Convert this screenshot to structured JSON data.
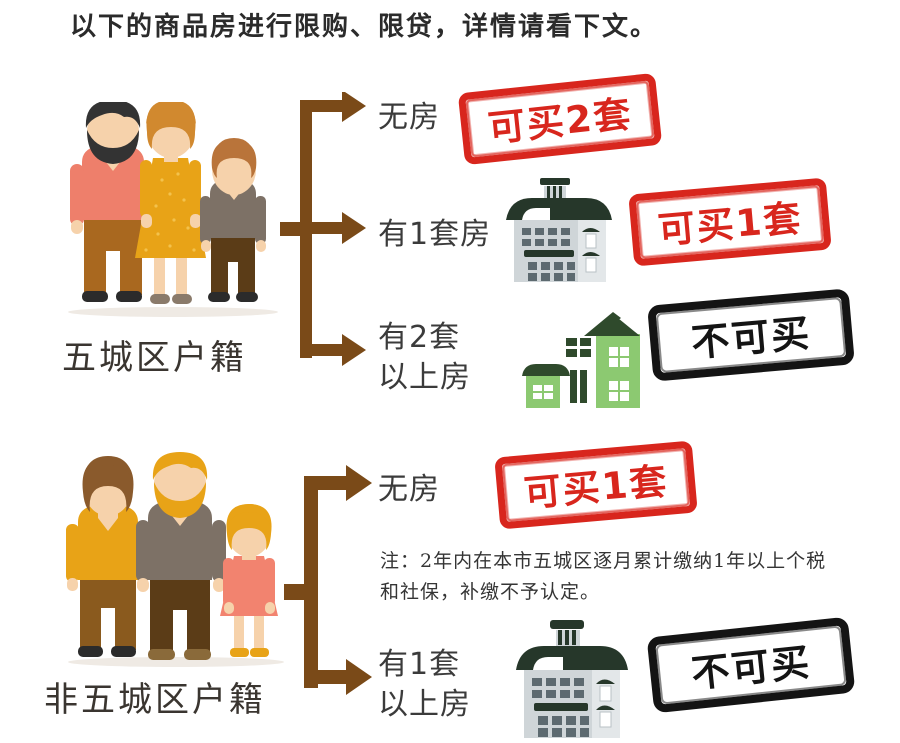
{
  "title": "以下的商品房进行限购、限贷，详情请看下文。",
  "colors": {
    "stamp_red": "#d8261d",
    "stamp_black": "#141414",
    "bracket_brown": "#7a4a18",
    "label_dark": "#3b3b3b",
    "house_roof_dark": "#26372a",
    "house_wall_gray": "#c9cfd2",
    "house_green": "#8cc971",
    "house_green_dark": "#2f4a2c"
  },
  "groups": [
    {
      "id": "urban-household",
      "label": "五城区户籍",
      "family": {
        "name": "family-father-mother-son",
        "members": [
          {
            "role": "father",
            "shirt": "#ee7f6b",
            "pants": "#a9681f",
            "hair": "#333333",
            "skin": "#f6d2ab"
          },
          {
            "role": "mother",
            "dress": "#e8a317",
            "hair": "#d1892f",
            "skin": "#f6d2ab"
          },
          {
            "role": "son",
            "shirt": "#7d7166",
            "pants": "#5b3c17",
            "hair": "#b9743a",
            "skin": "#f6d2ab"
          }
        ]
      },
      "branches": [
        {
          "id": "no-house",
          "label": "无房",
          "label_lines": [
            "无房"
          ],
          "houses": [],
          "stamp": {
            "text": "可买2套",
            "style": "red"
          }
        },
        {
          "id": "one-house",
          "label": "有1套房",
          "label_lines": [
            "有1套房"
          ],
          "houses": [
            "house-gray-dark-roof"
          ],
          "stamp": {
            "text": "可买1套",
            "style": "red"
          }
        },
        {
          "id": "two-or-more-houses",
          "label": "有2套以上房",
          "label_lines": [
            "有2套",
            "以上房"
          ],
          "houses": [
            "house-green-tall",
            "house-green-small"
          ],
          "stamp": {
            "text": "不可买",
            "style": "black"
          }
        }
      ]
    },
    {
      "id": "non-urban-household",
      "label": "非五城区户籍",
      "family": {
        "name": "family-mother-father-daughter",
        "members": [
          {
            "role": "mother",
            "shirt": "#e8a317",
            "pants": "#8a5a1e",
            "hair": "#8a5a2c",
            "skin": "#f6d2ab"
          },
          {
            "role": "father",
            "shirt": "#7d7166",
            "pants": "#5b3c17",
            "hair": "#e8a317",
            "skin": "#f6d2ab"
          },
          {
            "role": "daughter",
            "dress": "#f2836f",
            "hair": "#e8a317",
            "skin": "#f6d2ab"
          }
        ]
      },
      "branches": [
        {
          "id": "no-house-2",
          "label": "无房",
          "label_lines": [
            "无房"
          ],
          "houses": [],
          "stamp": {
            "text": "可买1套",
            "style": "red"
          }
        },
        {
          "id": "one-or-more-houses",
          "label": "有1套以上房",
          "label_lines": [
            "有1套",
            "以上房"
          ],
          "houses": [
            "house-gray-dark-roof"
          ],
          "stamp": {
            "text": "不可买",
            "style": "black"
          }
        }
      ]
    }
  ],
  "note": "注：2年内在本市五城区逐月累计缴纳1年以上个税和社保，补缴不予认定。"
}
